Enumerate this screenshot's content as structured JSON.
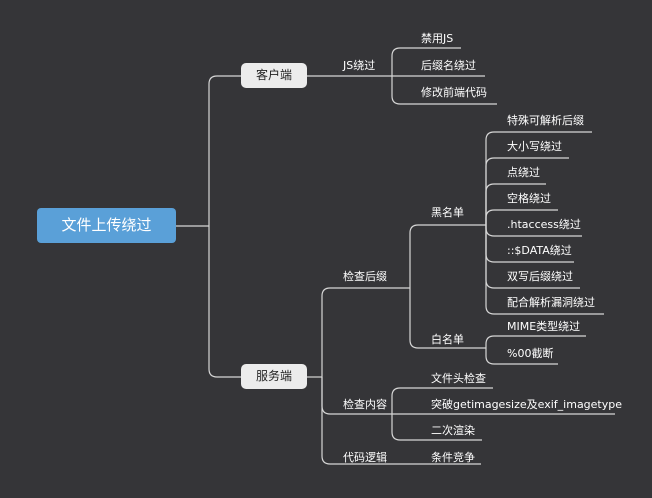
{
  "root": "文件上传绕过",
  "client": {
    "label": "客户端",
    "method": "JS绕过",
    "items": [
      "禁用JS",
      "后缀名绕过",
      "修改前端代码"
    ]
  },
  "server": {
    "label": "服务端",
    "check_suffix": {
      "label": "检查后缀",
      "blacklist": {
        "label": "黑名单",
        "items": [
          "特殊可解析后缀",
          "大小写绕过",
          "点绕过",
          "空格绕过",
          ".htaccess绕过",
          "::$DATA绕过",
          "双写后缀绕过",
          "配合解析漏洞绕过"
        ]
      },
      "whitelist": {
        "label": "白名单",
        "items": [
          "MIME类型绕过",
          "%00截断"
        ]
      }
    },
    "check_content": {
      "label": "检查内容",
      "items": [
        "文件头检查",
        "突破getimagesize及exif_imagetype",
        "二次渲染"
      ]
    },
    "code_logic": {
      "label": "代码逻辑",
      "items": [
        "条件竞争"
      ]
    }
  },
  "colors": {
    "background": "#353538",
    "root": "#5aa0d8",
    "pill": "#ececec",
    "line": "#d6d6d6"
  }
}
